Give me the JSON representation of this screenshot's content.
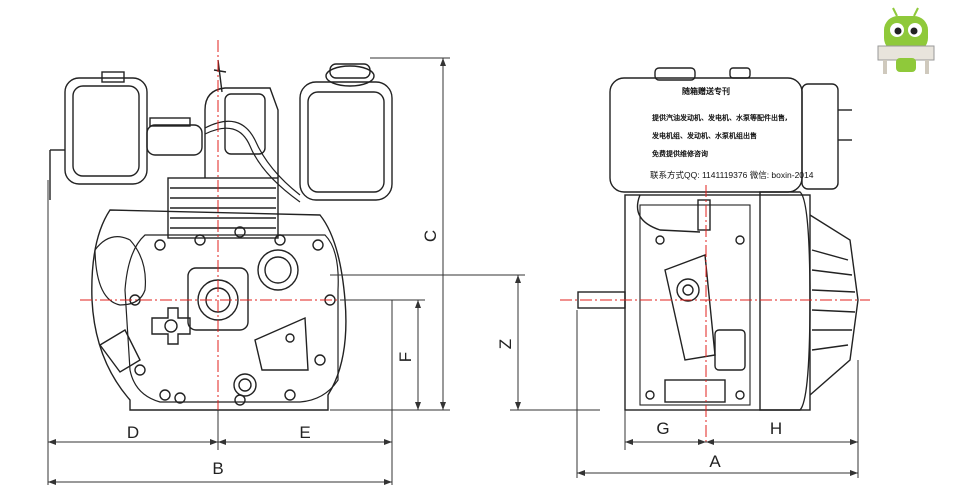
{
  "dimension_labels": {
    "A": "A",
    "B": "B",
    "C": "C",
    "D": "D",
    "E": "E",
    "F": "F",
    "G": "G",
    "H": "H",
    "Z": "Z"
  },
  "tank_text": {
    "title": "随箱赠送专刊",
    "line1": "提供汽油发动机、发电机、水泵等配件出售,",
    "line2": "发电机组、发动机、水泵机组出售",
    "line3": "免费提供维修咨询",
    "contact": "联系方式QQ: 1141119376 微信: boxin-2014"
  },
  "colors": {
    "line": "#222222",
    "center_line": "#e0201c",
    "dim_line": "#333333",
    "mascot_green": "#8fc93a"
  },
  "icons": {
    "mascot": "robot-mascot-icon"
  }
}
